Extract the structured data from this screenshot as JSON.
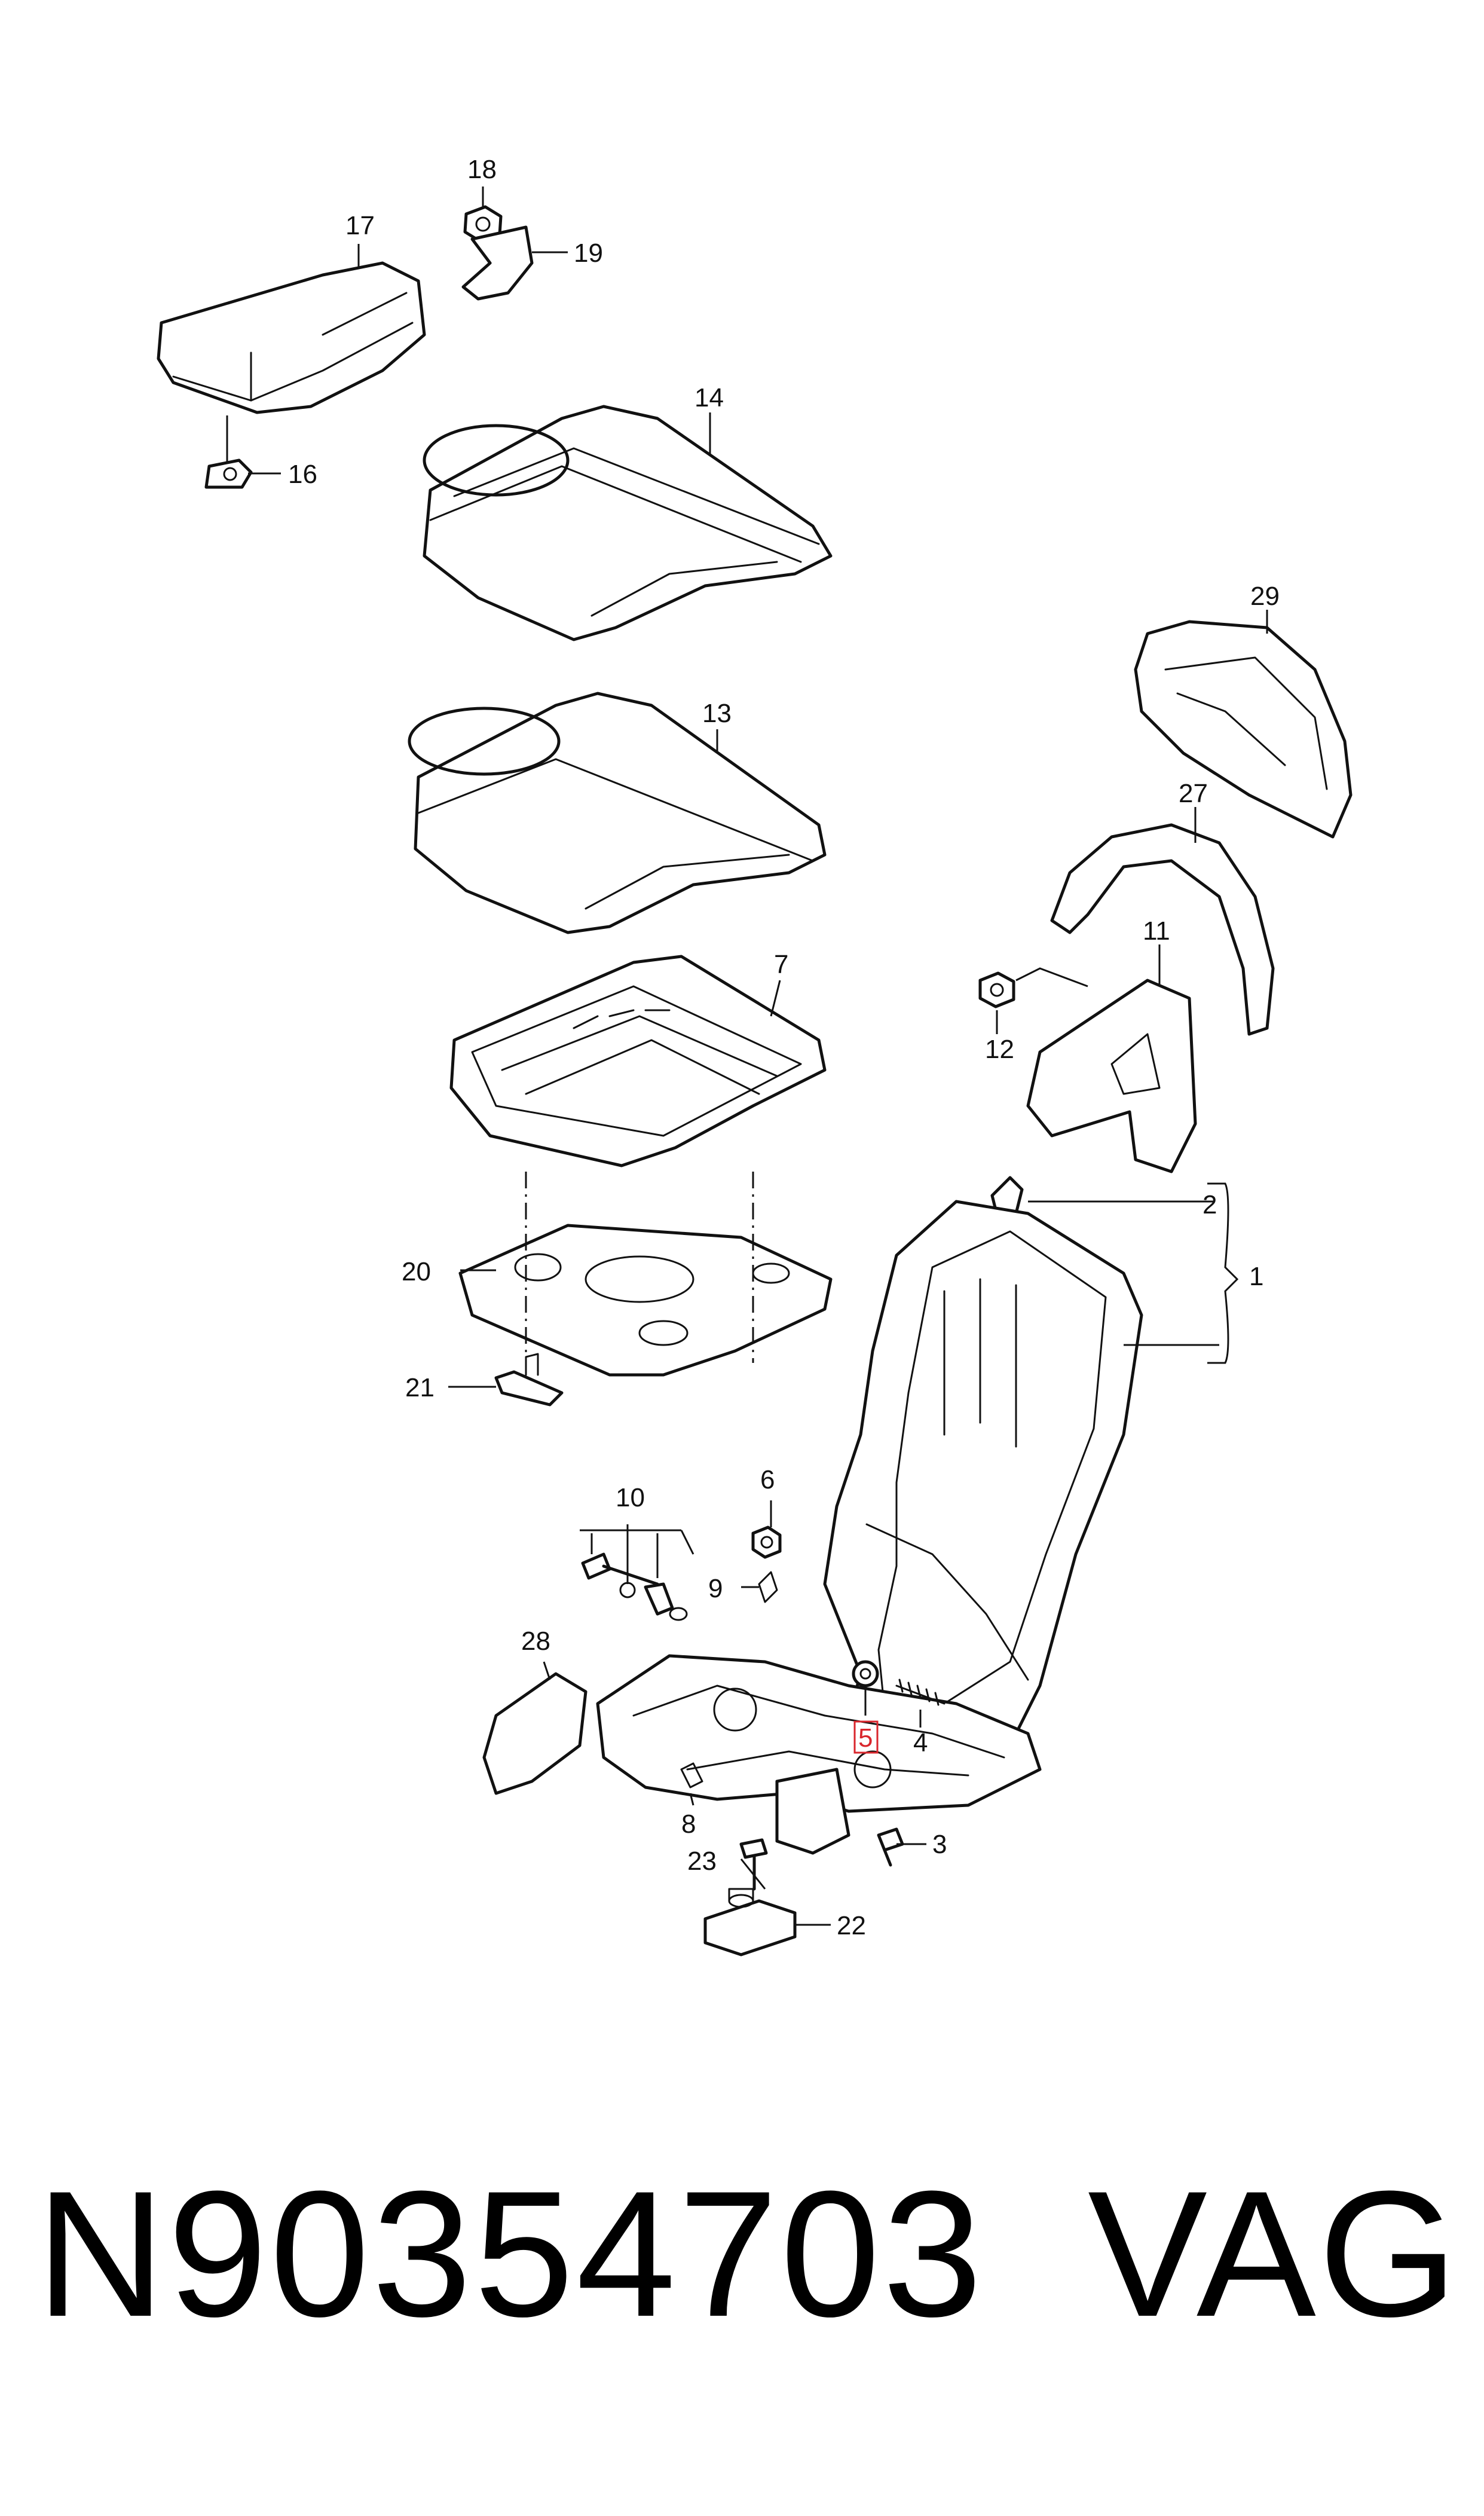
{
  "callouts": {
    "c1": "1",
    "c2": "2",
    "c3": "3",
    "c4": "4",
    "c5": "5",
    "c6": "6",
    "c7": "7",
    "c8": "8",
    "c9": "9",
    "c10": "10",
    "c11": "11",
    "c12": "12",
    "c13": "13",
    "c14": "14",
    "c16": "16",
    "c17": "17",
    "c18": "18",
    "c19": "19",
    "c20": "20",
    "c21": "21",
    "c22": "22",
    "c23": "23",
    "c27": "27",
    "c28": "28",
    "c29": "29"
  },
  "highlighted_callout": "5",
  "highlight_color": "#d9262c",
  "footer": {
    "part_number": "N90354703",
    "brand": "VAG"
  }
}
